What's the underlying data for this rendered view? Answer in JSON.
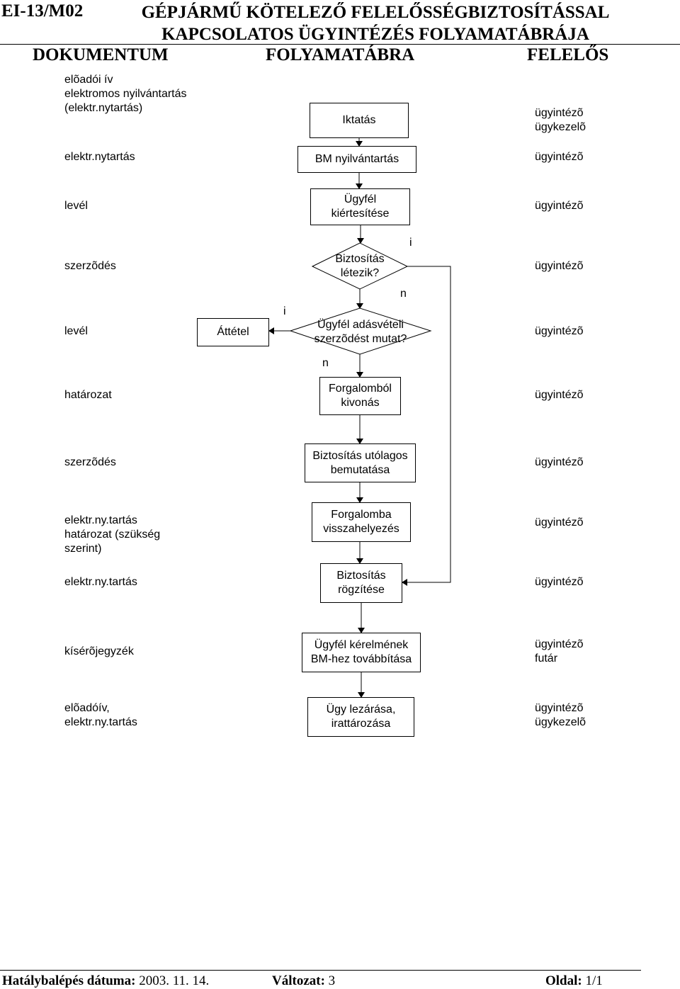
{
  "header": {
    "code": "EI-13/M02",
    "title_line1": "GÉPJÁRMŰ KÖTELEZŐ FELELŐSSÉGBIZTOSÍTÁSSAL",
    "title_line2": "KAPCSOLATOS ÜGYINTÉZÉS FOLYAMATÁBRÁJA",
    "col_document": "DOKUMENTUM",
    "col_flowchart": "FOLYAMATÁBRA",
    "col_responsible": "FELELŐS"
  },
  "rows": [
    {
      "document": "elõadói ív\nelektromos nyilvántartás\n(elektr.nytartás)",
      "process": "Iktatás",
      "responsible": "ügyintézõ\nügykezelõ"
    },
    {
      "document": "elektr.nytartás",
      "process": "BM nyilvántartás",
      "responsible": "ügyintézõ"
    },
    {
      "document": "levél",
      "process": "Ügyfél\nkiértesítése",
      "responsible": "ügyintézõ"
    },
    {
      "document": "szerzõdés",
      "process": "Biztosítás\nlétezik?",
      "responsible": "ügyintézõ"
    },
    {
      "document": "levél",
      "process": "Ügyfél adásvételi\nszerzõdést mutat?",
      "responsible": "ügyintézõ"
    },
    {
      "document": "határozat",
      "process": "Forgalomból\nkivonás",
      "responsible": "ügyintézõ"
    },
    {
      "document": "szerzõdés",
      "process": "Biztosítás utólagos\nbemutatása",
      "responsible": "ügyintézõ"
    },
    {
      "document": "elektr.ny.tartás\nhatározat (szükség\nszerint)",
      "process": "Forgalomba\nvisszahelyezés",
      "responsible": "ügyintézõ"
    },
    {
      "document": "elektr.ny.tartás",
      "process": "Biztosítás\nrögzítése",
      "responsible": "ügyintézõ"
    },
    {
      "document": "kísérõjegyzék",
      "process": "Ügyfél kérelmének\nBM-hez továbbítása",
      "responsible": "ügyintézõ\nfutár"
    },
    {
      "document": "elõadóív,\nelektr.ny.tartás",
      "process": "Ügy lezárása,\nirattározása",
      "responsible": "ügyintézõ\nügykezelõ"
    }
  ],
  "side_process": "Áttétel",
  "branch_labels": {
    "yes": "i",
    "no": "n"
  },
  "footer": {
    "date_label": "Hatálybalépés dátuma:",
    "date_value": "2003. 11. 14.",
    "version_label": "Változat:",
    "version_value": "3",
    "page_label": "Oldal:",
    "page_value": "1/1"
  }
}
